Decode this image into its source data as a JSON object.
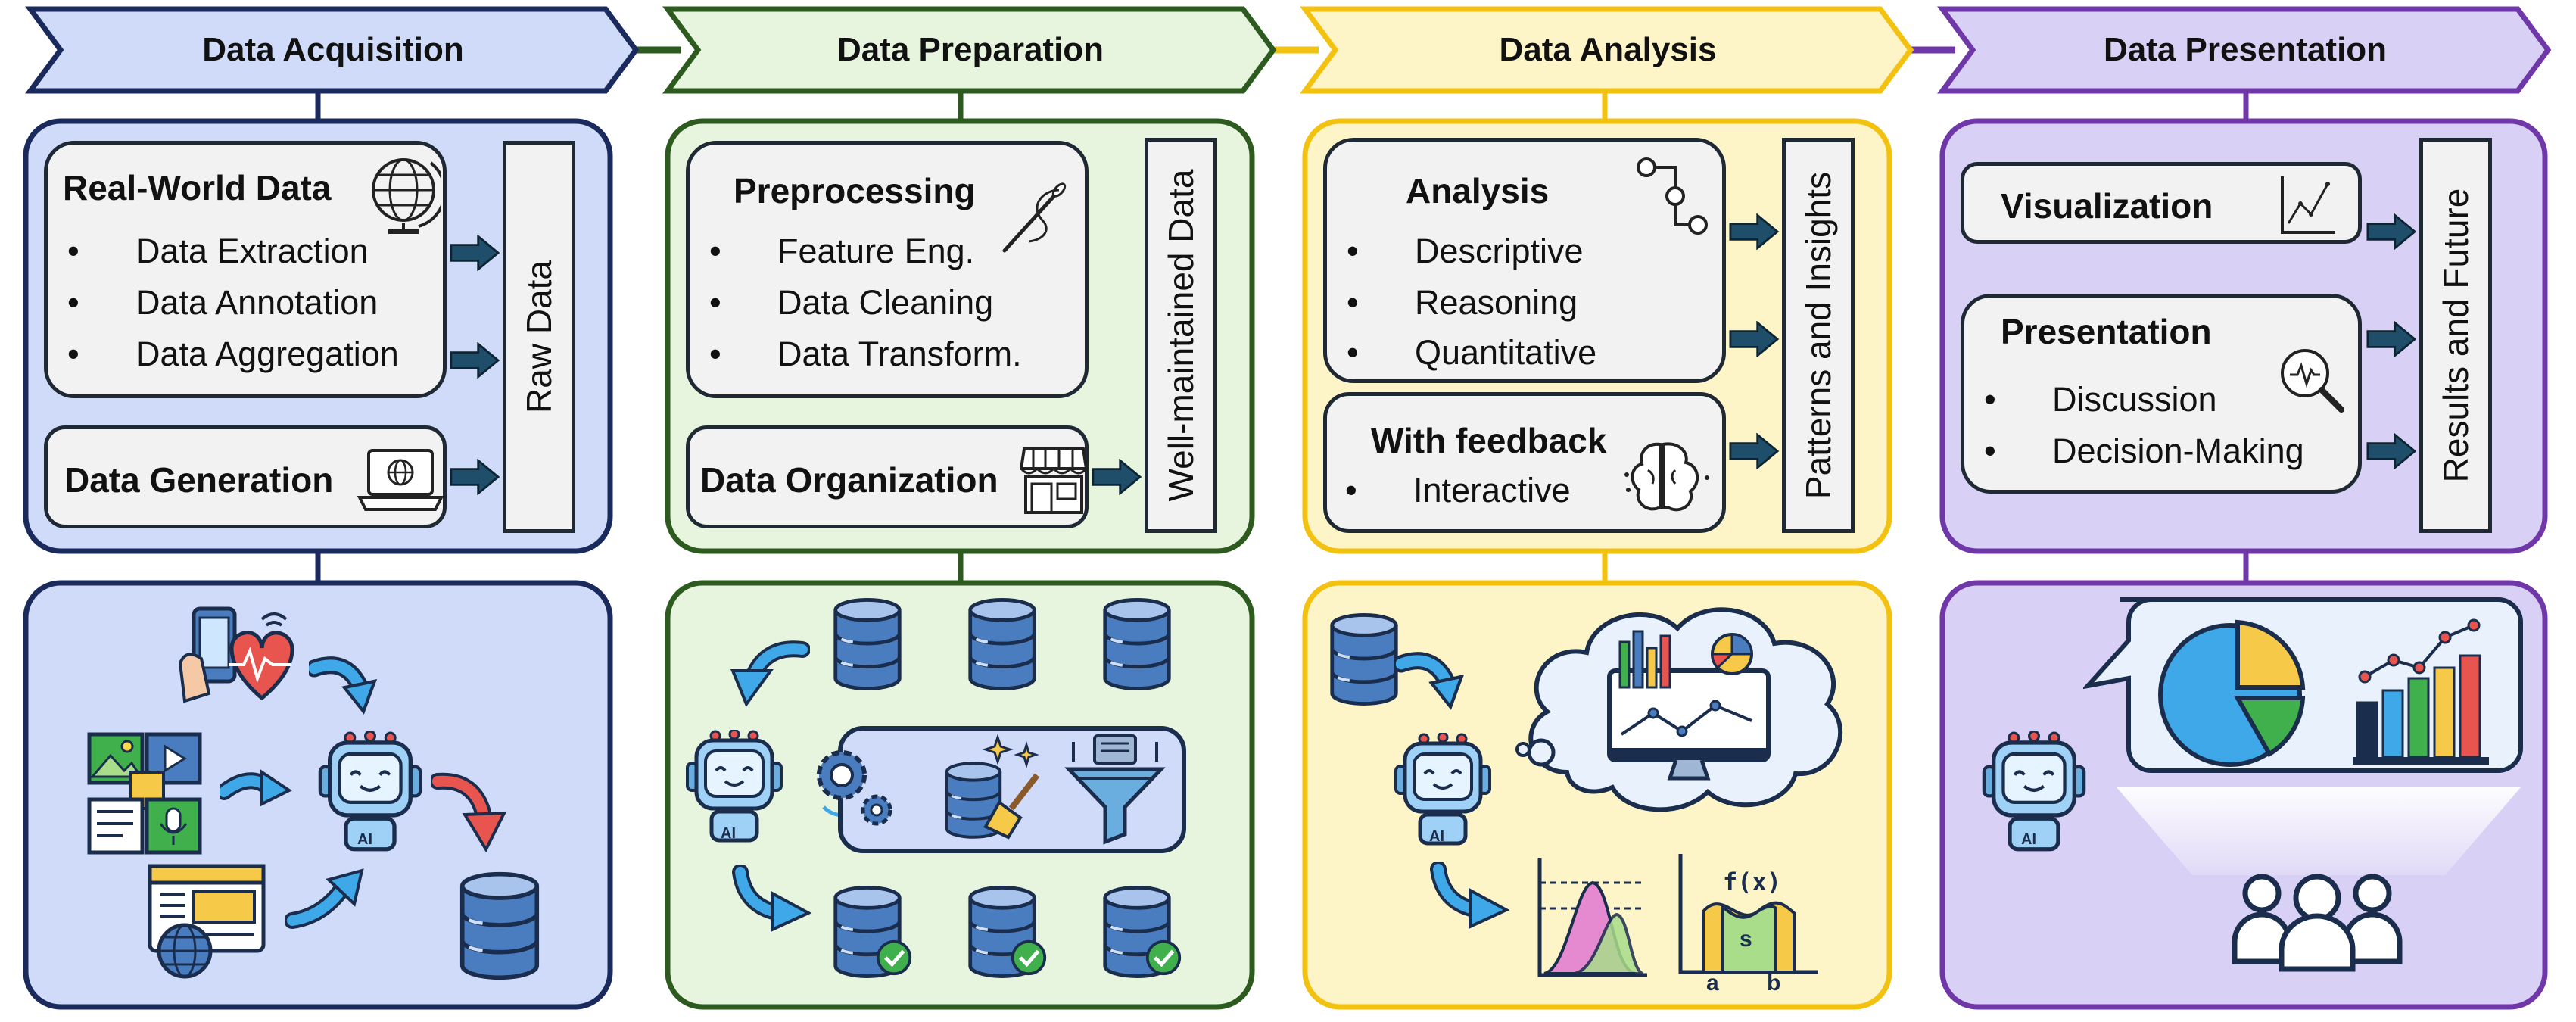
{
  "colors": {
    "acq_fill": "#d0dbfa",
    "acq_border": "#1b2a5c",
    "prep_fill": "#e7f5df",
    "prep_border": "#2d5a1e",
    "ana_fill": "#fdf4c7",
    "ana_border": "#f3c10f",
    "pres_fill": "#d9d0f5",
    "pres_border": "#6f37a8",
    "arrow": "#1f4e6b"
  },
  "stages": {
    "acquisition": {
      "header": "Data Acquisition",
      "real_world": {
        "title": "Real-World Data",
        "items": [
          "Data Extraction",
          "Data Annotation",
          "Data Aggregation"
        ]
      },
      "generation": {
        "title": "Data Generation"
      },
      "output": "Raw Data"
    },
    "preparation": {
      "header": "Data Preparation",
      "preprocessing": {
        "title": "Preprocessing",
        "items": [
          "Feature Eng.",
          "Data Cleaning",
          "Data Transform."
        ]
      },
      "organization": {
        "title": "Data Organization"
      },
      "output": "Well-maintained Data"
    },
    "analysis": {
      "header": "Data Analysis",
      "analysis": {
        "title": "Analysis",
        "items": [
          "Descriptive",
          "Reasoning",
          "Quantitative"
        ]
      },
      "feedback": {
        "title": "With feedback",
        "items": [
          "Interactive"
        ]
      },
      "output": "Patterns and Insights"
    },
    "presentation": {
      "header": "Data Presentation",
      "visualization": {
        "title": "Visualization"
      },
      "presentation": {
        "title": "Presentation",
        "items": [
          "Discussion",
          "Decision-Making"
        ]
      },
      "output": "Results and Future"
    }
  },
  "illustrations": {
    "robot_label": "AI",
    "formula_label": "f(x)",
    "area_label": "s",
    "axis_a": "a",
    "axis_b": "b"
  },
  "icons": [
    "globe-icon",
    "laptop-icon",
    "needle-icon",
    "store-icon",
    "flowchart-icon",
    "brain-icon",
    "line-chart-icon",
    "magnifier-icon",
    "robot-icon",
    "database-icon",
    "pie-chart-icon",
    "bar-chart-icon",
    "users-icon",
    "gear-icon",
    "funnel-icon",
    "monitor-icon"
  ]
}
